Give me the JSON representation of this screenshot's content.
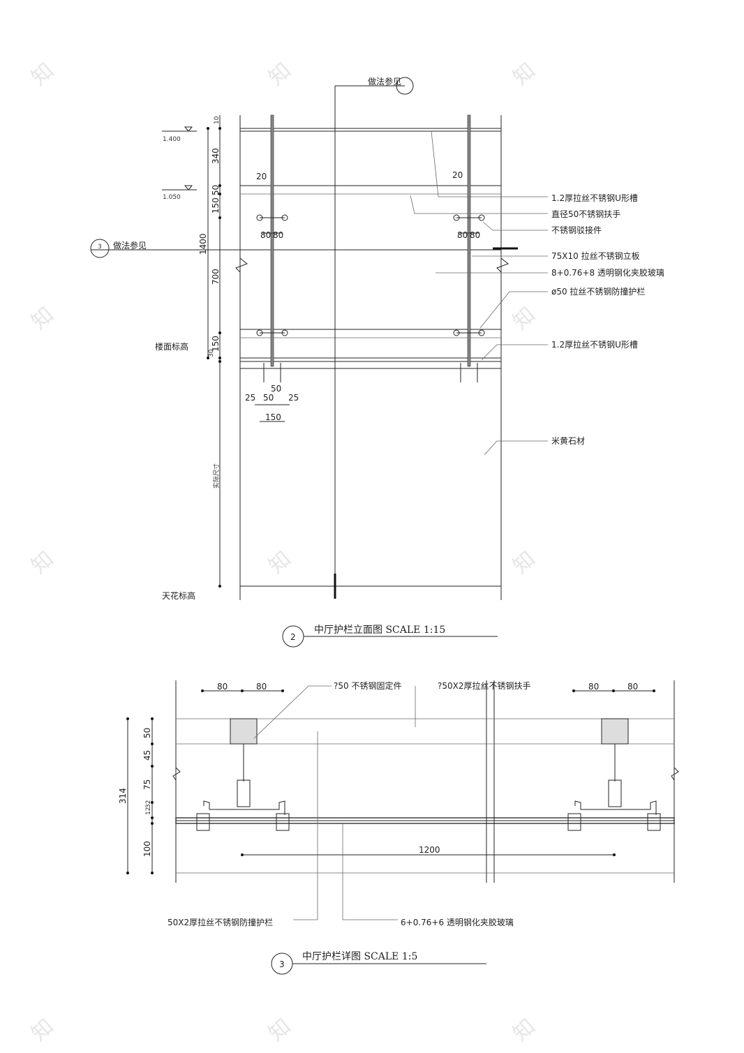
{
  "elevation": {
    "ref_top": "做法参见",
    "ref_left": "做法参见",
    "ref_left_num": "3",
    "levels": {
      "l1": "1.400",
      "l2": "1.050",
      "floor": "楼面标高",
      "ceiling": "天花标高"
    },
    "dims_left": [
      "10",
      "340",
      "50",
      "150",
      "1400",
      "700",
      "150",
      "30"
    ],
    "dim_actual": "实际尺寸",
    "dims_post": [
      "20",
      "20",
      "80",
      "80",
      "80",
      "80"
    ],
    "dims_base": [
      "50",
      "25",
      "50",
      "25",
      "150"
    ],
    "labels": [
      "1.2厚拉丝不锈钢U形槽",
      "直径50不锈钢扶手",
      "不锈钢驳接件",
      "75X10 拉丝不锈钢立板",
      "8+0.76+8 透明钢化夹胶玻璃",
      "ø50 拉丝不锈钢防撞护栏",
      "1.2厚拉丝不锈钢U形槽",
      "米黄石材"
    ],
    "title_num": "2",
    "title": "中厅护栏立面图   SCALE    1:15"
  },
  "detail": {
    "dims_top": [
      "80",
      "80",
      "80",
      "80"
    ],
    "dims_left": [
      "50",
      "45",
      "75",
      "12",
      "32",
      "100"
    ],
    "dim_total": "314",
    "dim_span": "1200",
    "labels": [
      "?50 不锈钢固定件",
      "?50X2厚拉丝不锈钢扶手",
      "50X2厚拉丝不锈钢防撞护栏",
      "6+0.76+6 透明钢化夹胶玻璃"
    ],
    "title_num": "3",
    "title": "中厅护栏详图   SCALE    1:5"
  }
}
